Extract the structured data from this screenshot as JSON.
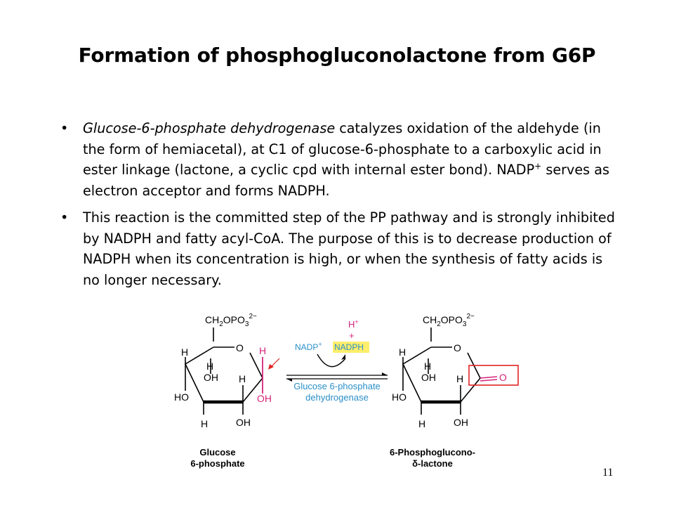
{
  "slide": {
    "title": "Formation of phosphogluconolactone from G6P",
    "page_number": "11"
  },
  "bullets": [
    {
      "italic": "Glucose-6-phosphate dehydrogenase",
      "text_a": " catalyzes oxidation of the aldehyde (in the form of hemiacetal), at C1 of glucose-6-phosphate to a carboxylic acid in ester linkage (lactone, a cyclic cpd with internal ester bond). NADP",
      "sup": "+",
      "text_b": " serves as electron acceptor and forms NADPH."
    },
    {
      "text": "This reaction is the  committed step of the PP pathway and is strongly inhibited by NADPH and fatty acyl-CoA.  The purpose of this is to decrease production of NADPH when its concentration is high, or when the synthesis of fatty acids is no longer necessary."
    }
  ],
  "diagram": {
    "left_molecule": {
      "top_group": "CH2OPO3",
      "top_group_sub1": "2",
      "top_group_sub2": "3",
      "charge": "2−",
      "ring_o": "O",
      "h_left_top": "H",
      "h_c1": "H",
      "oh_c1": "OH",
      "oh_c4": "OH",
      "h_c3": "H",
      "ho_left": "HO",
      "h_c4_bottom": "H",
      "oh_c2": "OH",
      "name_line1": "Glucose",
      "name_line2": "6-phosphate"
    },
    "right_molecule": {
      "top_group": "CH2OPO3",
      "charge": "2−",
      "ring_o": "O",
      "carbonyl_o": "O",
      "h_left_top": "H",
      "oh_c4": "OH",
      "h_c3": "H",
      "ho_left": "HO",
      "h_c4_bottom": "H",
      "oh_c2": "OH",
      "name_line1": "6-Phosphoglucono-",
      "name_line2": "δ-lactone"
    },
    "reaction": {
      "cofactor_in": "NADP",
      "cofactor_in_sup": "+",
      "cofactor_out": "NADPH",
      "proton": "H",
      "proton_sup": "+",
      "plus": "+",
      "enzyme_line1": "Glucose 6-phosphate",
      "enzyme_line2": "dehydrogenase"
    },
    "colors": {
      "magenta": "#d4247a",
      "blue": "#2a8fc9",
      "highlight": "#ffee6b",
      "box": "#e02424"
    }
  }
}
